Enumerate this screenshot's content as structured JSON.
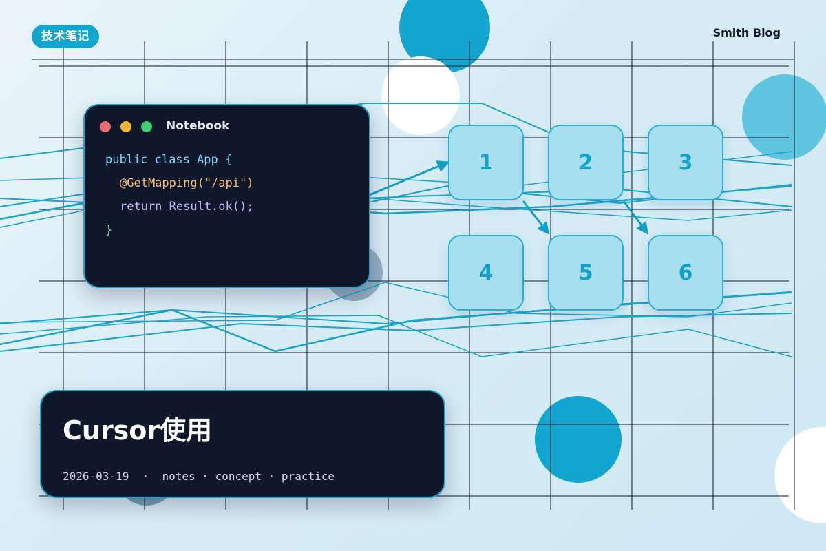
{
  "badge": {
    "label": "技术笔记"
  },
  "brand": {
    "name": "Smith Blog"
  },
  "code_window": {
    "title": "Notebook",
    "lines": {
      "l1": "public class App {",
      "l2": "@GetMapping(\"/api\")",
      "l3": "return Result.ok();",
      "l4": "}"
    }
  },
  "steps": [
    "1",
    "2",
    "3",
    "4",
    "5",
    "6"
  ],
  "post": {
    "title": "Cursor使用",
    "date": "2026-03-19",
    "tags": [
      "notes",
      "concept",
      "practice"
    ]
  },
  "colors": {
    "accent": "#12a5cf",
    "card_dark": "#0f172a",
    "step_fill": "#a8dff0",
    "step_text": "#12a0c9"
  }
}
